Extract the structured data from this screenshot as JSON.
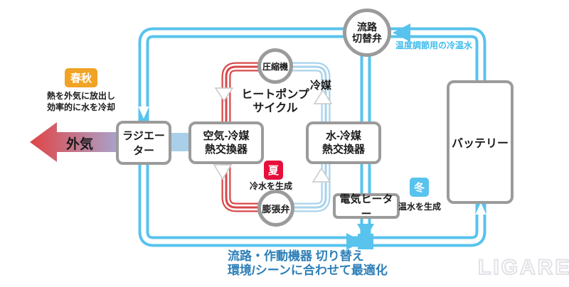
{
  "nodes": {
    "flow_switch_valve": {
      "label": "流路\n切替弁"
    },
    "compressor": {
      "label": "圧縮機"
    },
    "expansion_valve": {
      "label": "膨張弁"
    },
    "radiator": {
      "label": "ラジエーター"
    },
    "air_refrigerant_hx": {
      "label": "空気-冷媒\n熱交換器"
    },
    "water_refrigerant_hx": {
      "label": "水-冷媒\n熱交換器"
    },
    "electric_heater": {
      "label": "電気ヒーター"
    },
    "battery": {
      "label": "バッテリー"
    }
  },
  "badges": {
    "spring_autumn": {
      "label": "春秋",
      "color": "#F0A325",
      "note": "熱を外気に放出し\n効率的に水を冷却"
    },
    "summer": {
      "label": "夏",
      "color": "#E60F3C",
      "note": "冷水を生成"
    },
    "winter": {
      "label": "冬",
      "color": "#58C3ED",
      "note": "温水を生成"
    }
  },
  "labels": {
    "outside_air": "外気",
    "refrigerant": "冷媒",
    "heat_pump_cycle": "ヒートポンプ\nサイクル",
    "coolant_line": "温度調節用の冷温水",
    "caption_line1": "流路・作動機器 切り替え",
    "caption_line2": "環境/シーンに合わせて最適化",
    "watermark": "LIGARE"
  },
  "colors": {
    "water_pipe": "#58C3ED",
    "refrigerant_hot": "#D7494B",
    "refrigerant_cold": "#A9D3EC",
    "node_border": "#9B9B9B",
    "caption_text": "#2E7FB8",
    "coolant_text": "#3FBCEC",
    "outside_air_gradient_left": "#E04545",
    "outside_air_gradient_right": "#A9A2CB"
  }
}
